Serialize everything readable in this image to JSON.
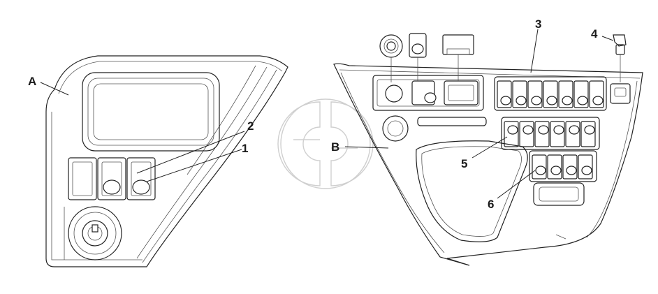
{
  "diagram": {
    "callouts": {
      "panel_left": "A",
      "panel_right": "B",
      "item_1": "1",
      "item_2": "2",
      "item_3": "3",
      "item_4": "4",
      "item_5": "5",
      "item_6": "6"
    },
    "switch_counts": {
      "left_panel_buttons": 3,
      "top_row": 7,
      "middle_row": 6,
      "bottom_row": 4
    },
    "colors": {
      "line": "#222222",
      "watermark": "#cfcfcf",
      "background": "#ffffff"
    }
  }
}
